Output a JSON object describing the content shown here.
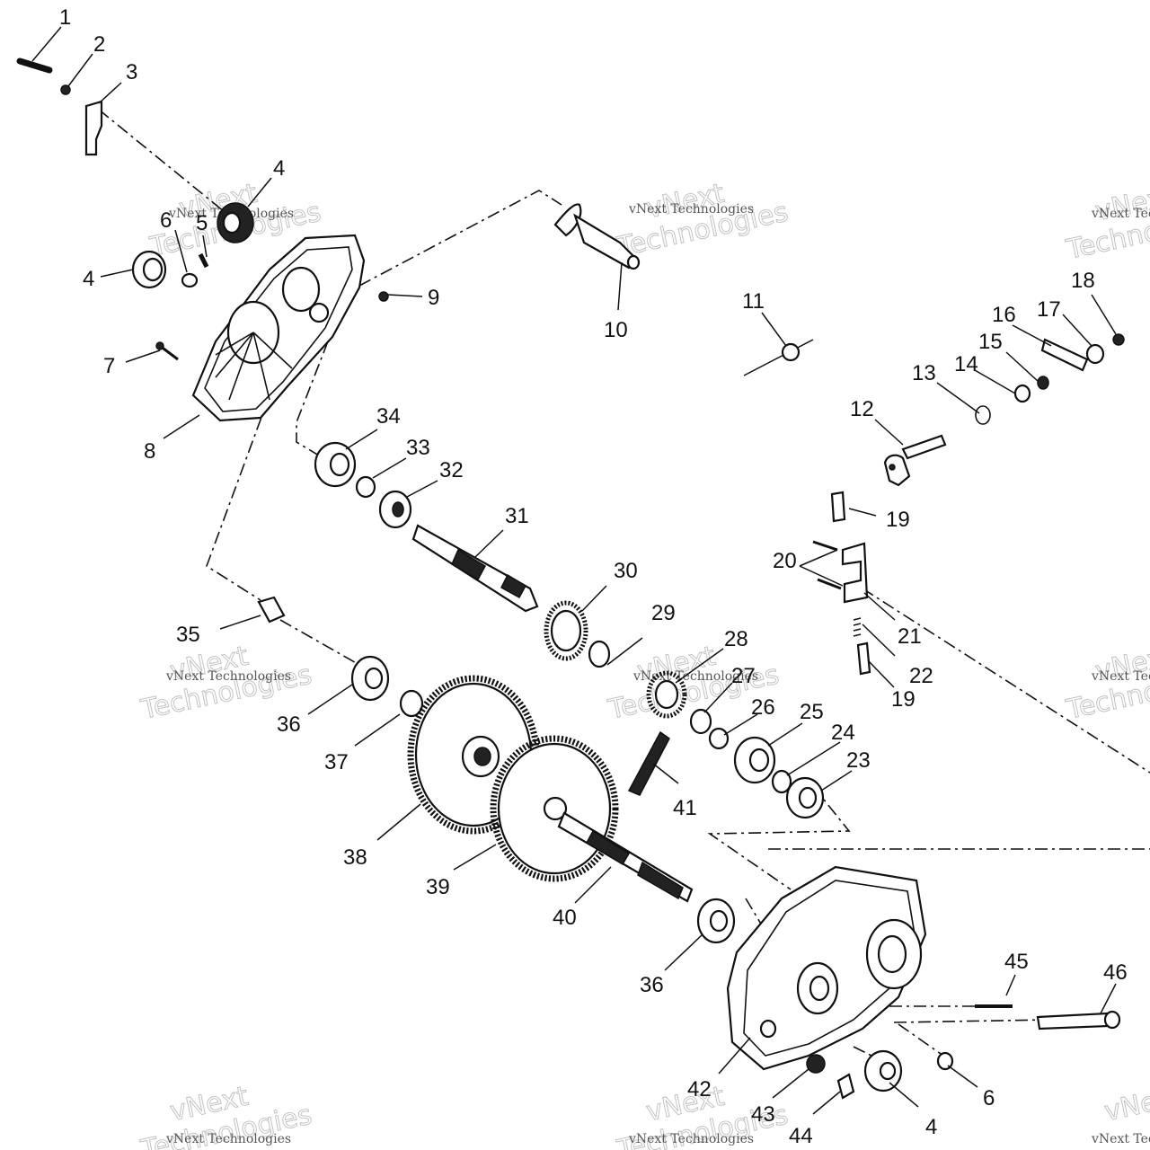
{
  "watermark": {
    "brand": "vNext",
    "company": "Technologies",
    "full": "vNext Technologies"
  },
  "callouts": {
    "c1": "1",
    "c2": "2",
    "c3": "3",
    "c4a": "4",
    "c4b": "4",
    "c4c": "4",
    "c5": "5",
    "c6a": "6",
    "c6b": "6",
    "c7": "7",
    "c8": "8",
    "c9": "9",
    "c10": "10",
    "c11": "11",
    "c12": "12",
    "c13": "13",
    "c14": "14",
    "c15": "15",
    "c16": "16",
    "c17": "17",
    "c18": "18",
    "c19a": "19",
    "c19b": "19",
    "c20": "20",
    "c21": "21",
    "c22": "22",
    "c23": "23",
    "c24": "24",
    "c25": "25",
    "c26": "26",
    "c27": "27",
    "c28": "28",
    "c29": "29",
    "c30": "30",
    "c31": "31",
    "c32": "32",
    "c33": "33",
    "c34": "34",
    "c35": "35",
    "c36a": "36",
    "c36b": "36",
    "c37": "37",
    "c38": "38",
    "c39": "39",
    "c40": "40",
    "c41": "41",
    "c42": "42",
    "c43": "43",
    "c44": "44",
    "c45": "45",
    "c46": "46"
  }
}
